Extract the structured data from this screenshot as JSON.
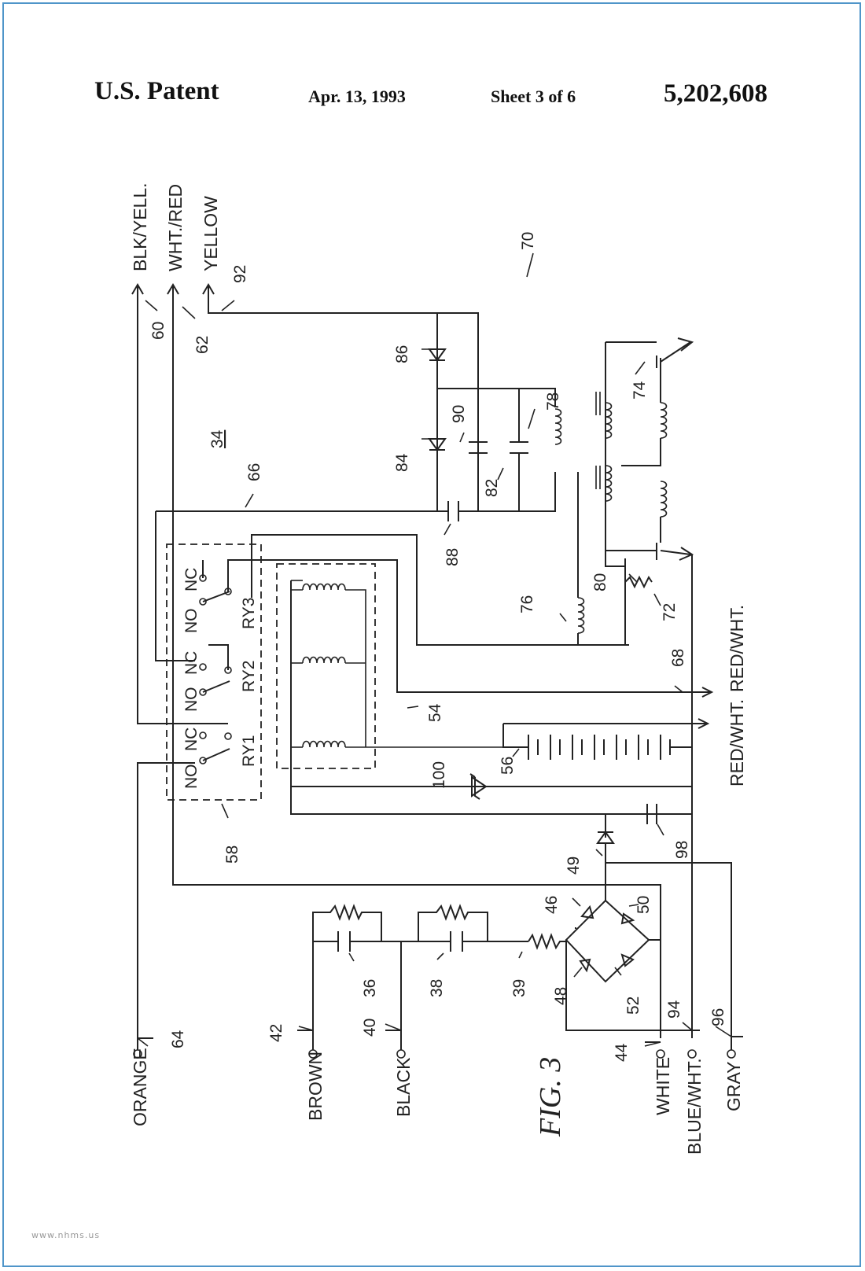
{
  "header": {
    "left": "U.S. Patent",
    "date": "Apr. 13, 1993",
    "sheet": "Sheet 3 of 6",
    "patent_number": "5,202,608"
  },
  "figure_label": "FIG. 3",
  "wires": {
    "blk_yell": "BLK/YELL.",
    "wht_red": "WHT./RED",
    "yellow": "YELLOW",
    "red_wht_top": "RED/WHT.",
    "red_wht_bottom": "RED/WHT.",
    "orange": "ORANGE",
    "brown": "BROWN",
    "black": "BLACK",
    "white": "WHITE",
    "blue_wht": "BLUE/WHT.",
    "gray": "GRAY"
  },
  "relays": {
    "ry1": "RY1",
    "ry2": "RY2",
    "ry3": "RY3",
    "no": "NO",
    "nc": "NC"
  },
  "refs": {
    "r34": "34",
    "r36": "36",
    "r38": "38",
    "r39": "39",
    "r40": "40",
    "r42": "42",
    "r44": "44",
    "r46": "46",
    "r48": "48",
    "r49": "49",
    "r50": "50",
    "r52": "52",
    "r54": "54",
    "r56": "56",
    "r58": "58",
    "r60": "60",
    "r62": "62",
    "r64": "64",
    "r66": "66",
    "r68": "68",
    "r70": "70",
    "r72": "72",
    "r74": "74",
    "r76": "76",
    "r78": "78",
    "r80": "80",
    "r82": "82",
    "r84": "84",
    "r86": "86",
    "r88": "88",
    "r90": "90",
    "r92": "92",
    "r94": "94",
    "r96": "96",
    "r98": "98",
    "r100": "100"
  },
  "watermark": "www.nhms.us",
  "colors": {
    "frame": "#4f95c9",
    "ink": "#222222"
  }
}
